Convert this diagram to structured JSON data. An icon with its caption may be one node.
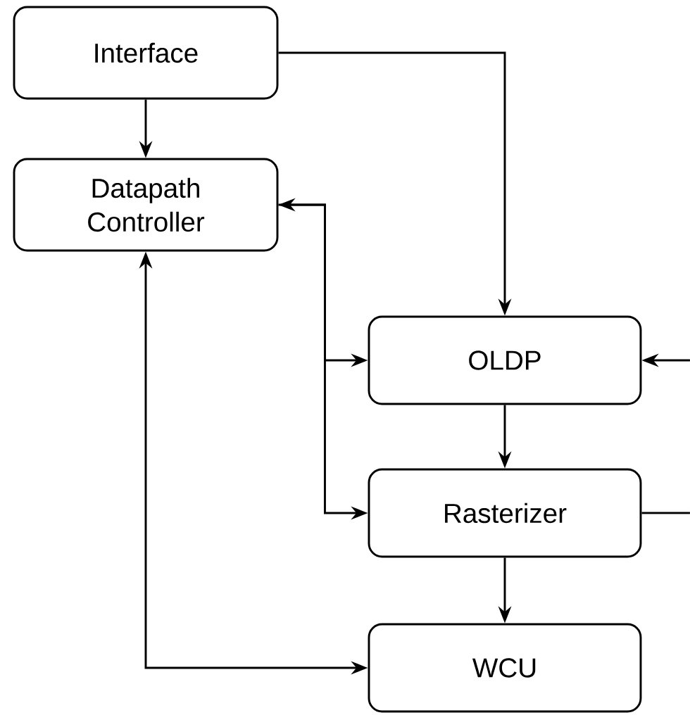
{
  "diagram": {
    "nodes": [
      {
        "text": [
          "Interface"
        ]
      },
      {
        "text": [
          "Datapath Controller"
        ]
      },
      {
        "text": [
          "OLDP"
        ]
      },
      {
        "text": [
          "Rasterizer"
        ]
      },
      {
        "text": [
          "WCU"
        ]
      }
    ],
    "edges": [
      {
        "from": 0,
        "to": 1,
        "arrow": "to"
      },
      {
        "from": 0,
        "to": 2,
        "arrow": "to"
      },
      {
        "from": 1,
        "to": 2,
        "arrow": "both"
      },
      {
        "from": 1,
        "to": 3,
        "arrow": "to"
      },
      {
        "from": 1,
        "to": 4,
        "arrow": "both"
      },
      {
        "from": 2,
        "to": 3,
        "arrow": "to"
      },
      {
        "from": 3,
        "to": 4,
        "arrow": "to"
      },
      {
        "from": null,
        "to": 2,
        "arrow": "to"
      },
      {
        "from": 3,
        "to": null,
        "arrow": "none"
      }
    ]
  }
}
